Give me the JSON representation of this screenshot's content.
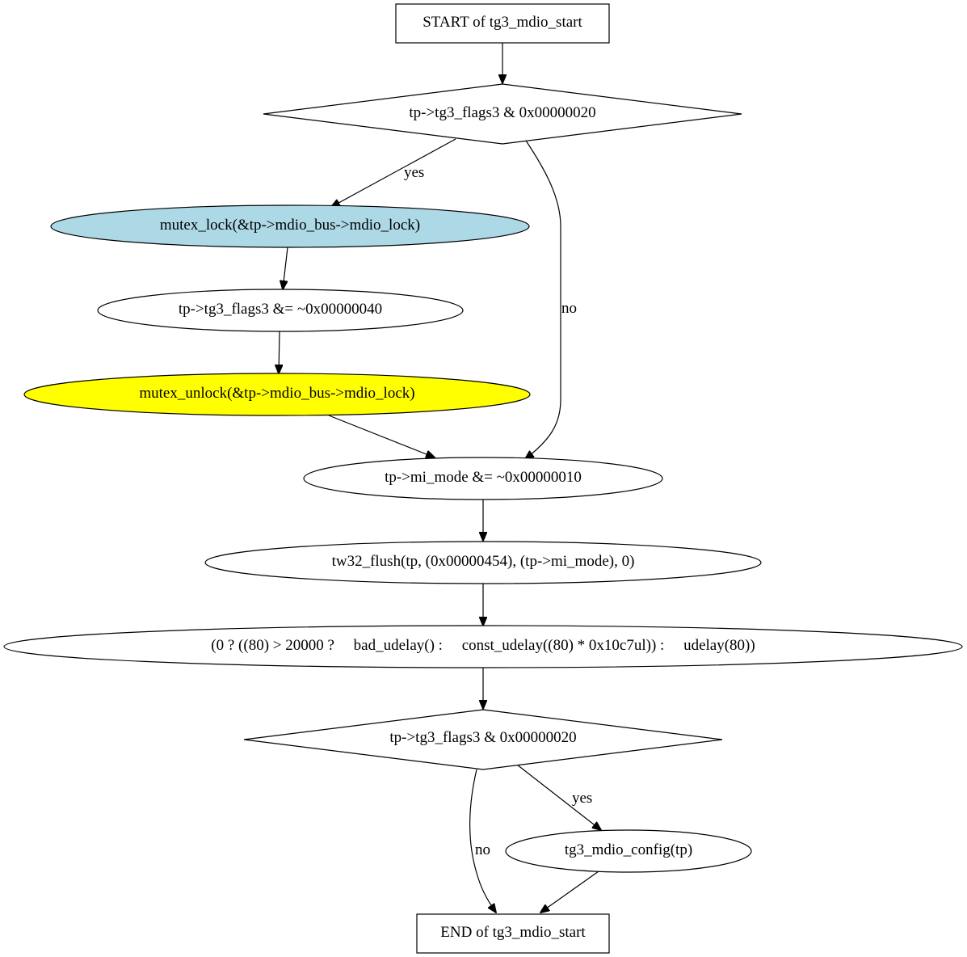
{
  "nodes": {
    "start": {
      "label": "START of tg3_mdio_start"
    },
    "cond1": {
      "label": "tp->tg3_flags3 & 0x00000020"
    },
    "mutex_lock": {
      "label": "mutex_lock(&tp->mdio_bus->mdio_lock)",
      "fill": "#add8e6"
    },
    "flags_clear": {
      "label": "tp->tg3_flags3 &= ~0x00000040"
    },
    "mutex_unlock": {
      "label": "mutex_unlock(&tp->mdio_bus->mdio_lock)",
      "fill": "#ffff00"
    },
    "mi_mode": {
      "label": "tp->mi_mode &= ~0x00000010"
    },
    "tw32_flush": {
      "label": "tw32_flush(tp, (0x00000454), (tp->mi_mode), 0)"
    },
    "udelay": {
      "label": "(0 ? ((80) > 20000 ?     bad_udelay() :     const_udelay((80) * 0x10c7ul)) :     udelay(80))"
    },
    "cond2": {
      "label": "tp->tg3_flags3 & 0x00000020"
    },
    "mdio_config": {
      "label": "tg3_mdio_config(tp)"
    },
    "end": {
      "label": "END of tg3_mdio_start"
    }
  },
  "edges": {
    "cond1_yes": "yes",
    "cond1_no": "no",
    "cond2_yes": "yes",
    "cond2_no": "no"
  }
}
